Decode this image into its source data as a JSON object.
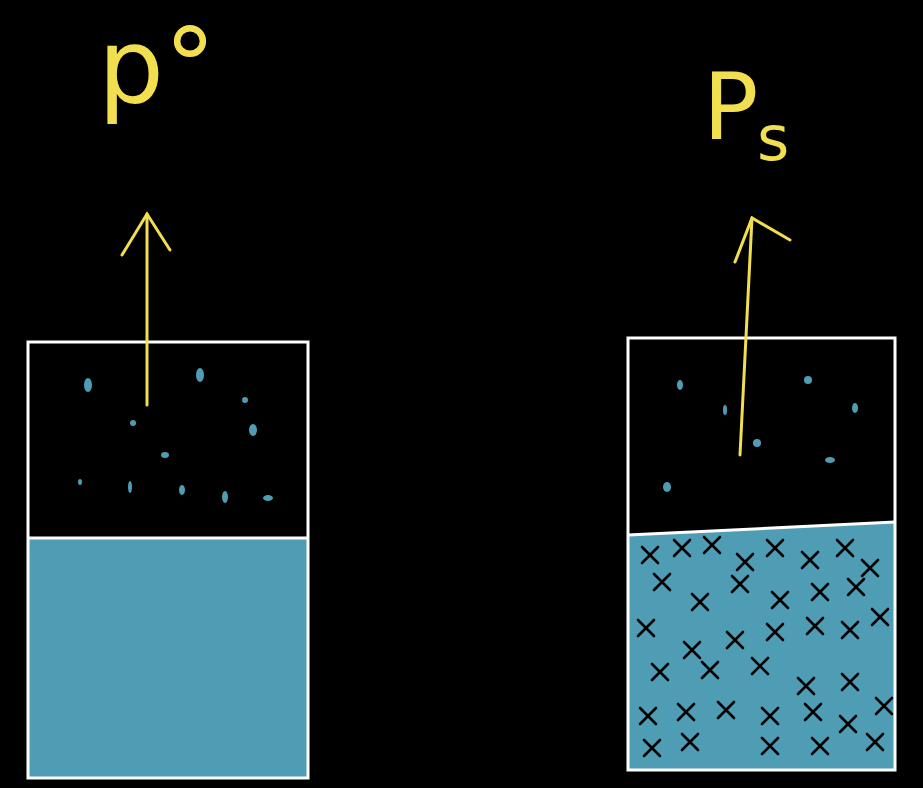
{
  "diagram": {
    "labels": [
      "p°",
      "P",
      "s"
    ]
  }
}
